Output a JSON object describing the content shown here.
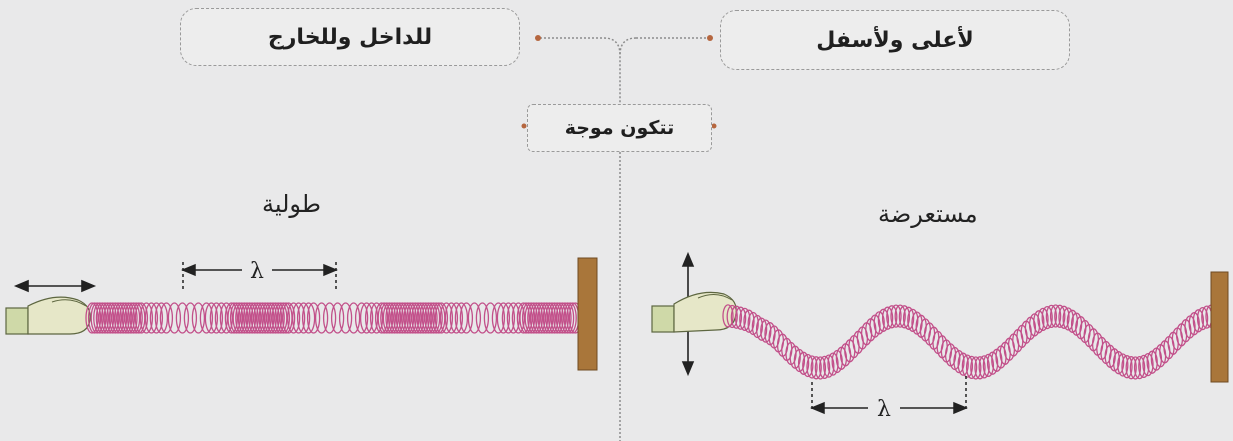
{
  "top": {
    "right_box": "لأعلى ولأسفل",
    "left_box": "للداخل وللخارج",
    "center_box": "تتكون موجة"
  },
  "labels": {
    "transverse": "مستعرضة",
    "longitudinal": "طولية"
  },
  "symbols": {
    "wavelength": "λ"
  },
  "colors": {
    "spring": "#c2508a",
    "wall": "#a9763a",
    "hand": "#cfd9a8",
    "connector": "#b5663f"
  }
}
